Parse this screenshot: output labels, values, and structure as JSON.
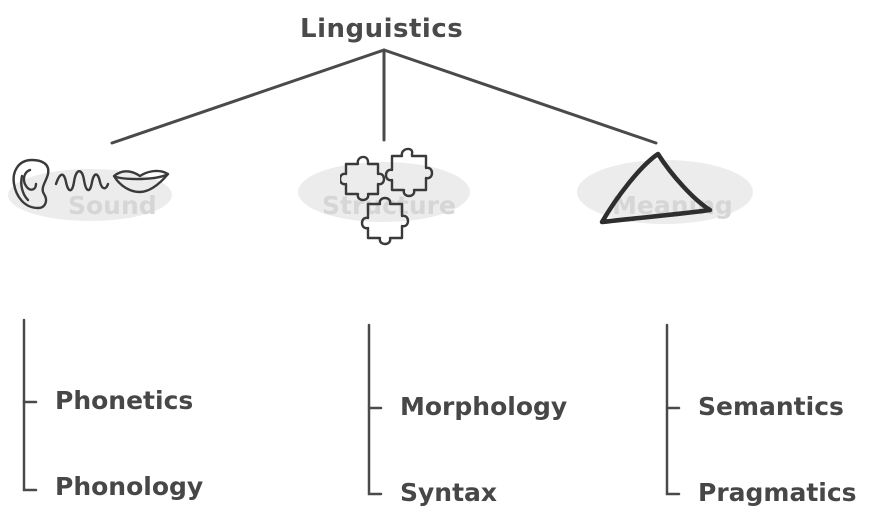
{
  "diagram": {
    "title": "Linguistics",
    "categories": [
      {
        "label": "Sound",
        "icon": "ear-sound-mouth-icon",
        "children": [
          "Phonetics",
          "Phonology"
        ]
      },
      {
        "label": "Structure",
        "icon": "puzzle-pieces-icon",
        "children": [
          "Morphology",
          "Syntax"
        ]
      },
      {
        "label": "Meaning",
        "icon": "triangle-icon",
        "children": [
          "Semantics",
          "Pragmatics"
        ]
      }
    ]
  },
  "colors": {
    "line": "#4a4a4a",
    "text": "#474747",
    "faded": "#d6d6d6",
    "blob": "#ececec"
  }
}
